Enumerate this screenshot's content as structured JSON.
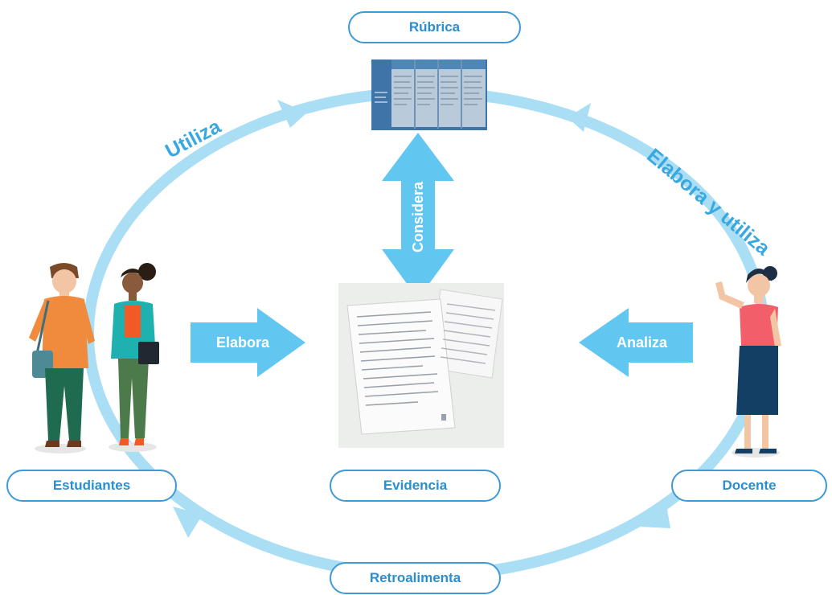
{
  "nodes": {
    "rubrica": "Rúbrica",
    "estudiantes": "Estudiantes",
    "evidencia": "Evidencia",
    "docente": "Docente",
    "retroalimenta": "Retroalimenta"
  },
  "arrows": {
    "considera": "Considera",
    "elabora": "Elabora",
    "analiza": "Analiza"
  },
  "cycle_labels": {
    "utiliza": "Utiliza",
    "elabora_y_utiliza": "Elabora y utiliza"
  },
  "colors": {
    "ring": "#a9def5",
    "arrow_fill": "#62c7f0",
    "pill_border": "#3d9ad6",
    "pill_text": "#2a8fd0",
    "label_text": "#3aa8e0"
  },
  "icons": {
    "rubric": "rubric-document-thumbnail",
    "evidence": "handwritten-papers-photo",
    "students": "two-students-illustration",
    "teacher": "waving-teacher-illustration"
  }
}
